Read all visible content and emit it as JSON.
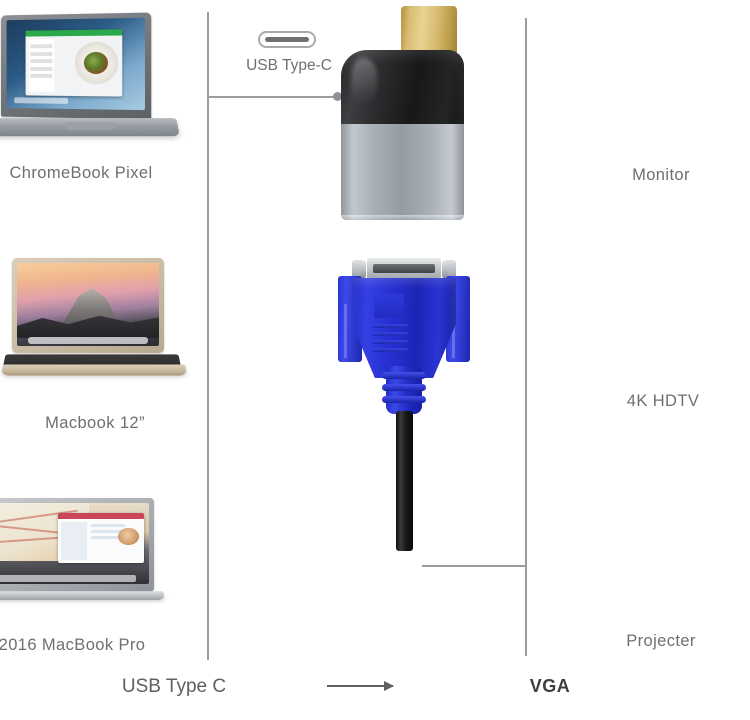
{
  "diagram": {
    "title": "USB Type-C to VGA adapter compatibility diagram",
    "source_label": "USB Type C",
    "target_label": "VGA",
    "arrow_glyph": "arrow-right",
    "line_color": "#9a9c9e"
  },
  "adapter": {
    "connector_label": "USB Type-C",
    "connector_icon": "usb-c-port-icon",
    "plug_tip_color": "#d9bd72",
    "housing_color": "#232426",
    "body_color": "#a9b0b6",
    "vga_body_color": "#2832d4",
    "vga_shell_color": "#c3c7ca",
    "cable_color": "#19191c"
  },
  "sources": [
    {
      "name": "chromebook-pixel",
      "label": "ChromeBook Pixel"
    },
    {
      "name": "macbook-12",
      "label": "Macbook 12”"
    },
    {
      "name": "macbook-pro-2016",
      "label": "2016 MacBook Pro"
    }
  ],
  "displays": [
    {
      "name": "monitor",
      "label": "Monitor"
    },
    {
      "name": "hdtv-4k",
      "label": "4K HDTV"
    },
    {
      "name": "projector",
      "label": "Projecter"
    }
  ]
}
